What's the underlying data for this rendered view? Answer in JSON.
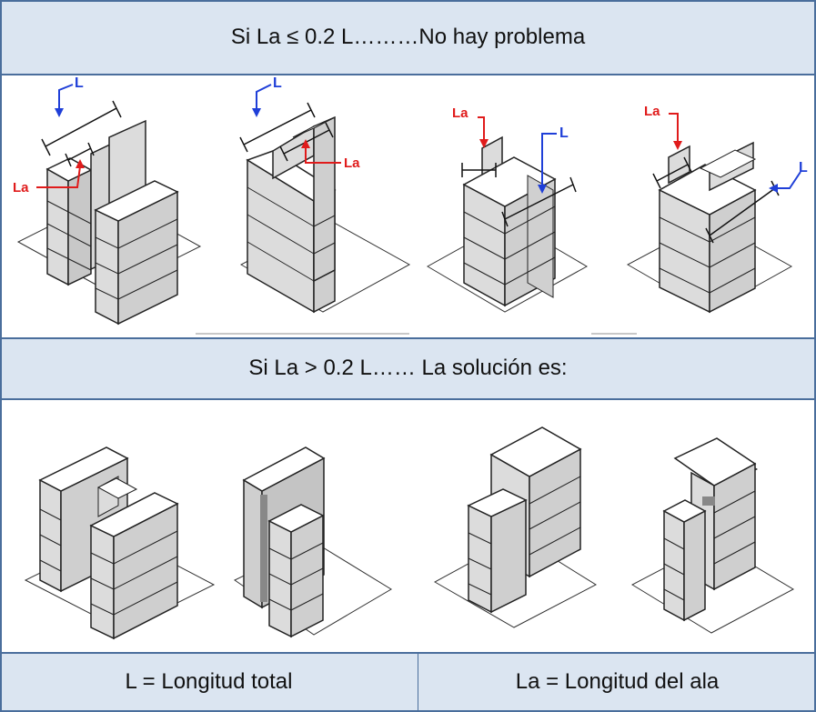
{
  "top_header": "Si La ≤ 0.2 L………No hay problema",
  "middle_header": "Si La > 0.2 L…… La solución es:",
  "footer": {
    "left": "L = Longitud total",
    "right": "La = Longitud del ala"
  },
  "labels": {
    "L": "L",
    "La": "La"
  },
  "colors": {
    "band": "#dbe5f1",
    "border": "#4a6e9c",
    "block_front": "#d9d9d9",
    "block_top": "#ffffff",
    "L_arrow": "#1f3fd8",
    "La_arrow": "#e01b1b"
  }
}
